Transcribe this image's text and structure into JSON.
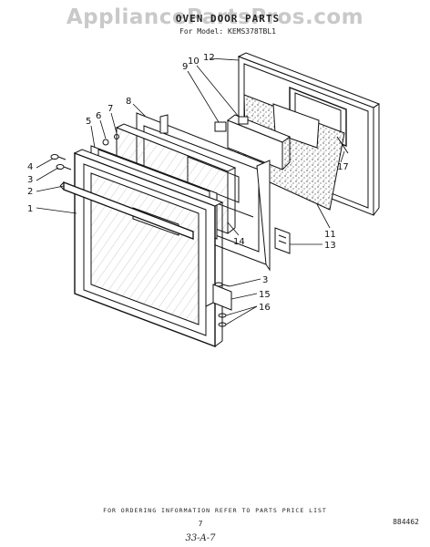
{
  "header": {
    "watermark": "AppliancePartsPros.com",
    "title": "OVEN DOOR PARTS",
    "model": "For Model: KEMS378TBL1"
  },
  "footer": {
    "note": "FOR ORDERING INFORMATION REFER TO PARTS PRICE LIST",
    "page_number": "7",
    "doc_number": "884462",
    "handwritten": "33-A-7"
  },
  "callouts": {
    "c1": "1",
    "c2": "2",
    "c3a": "3",
    "c3b": "3",
    "c4": "4",
    "c5": "5",
    "c6": "6",
    "c7": "7",
    "c8": "8",
    "c9": "9",
    "c10": "10",
    "c11": "11",
    "c12": "12",
    "c13": "13",
    "c14": "14",
    "c15": "15",
    "c16": "16",
    "c17": "17"
  }
}
